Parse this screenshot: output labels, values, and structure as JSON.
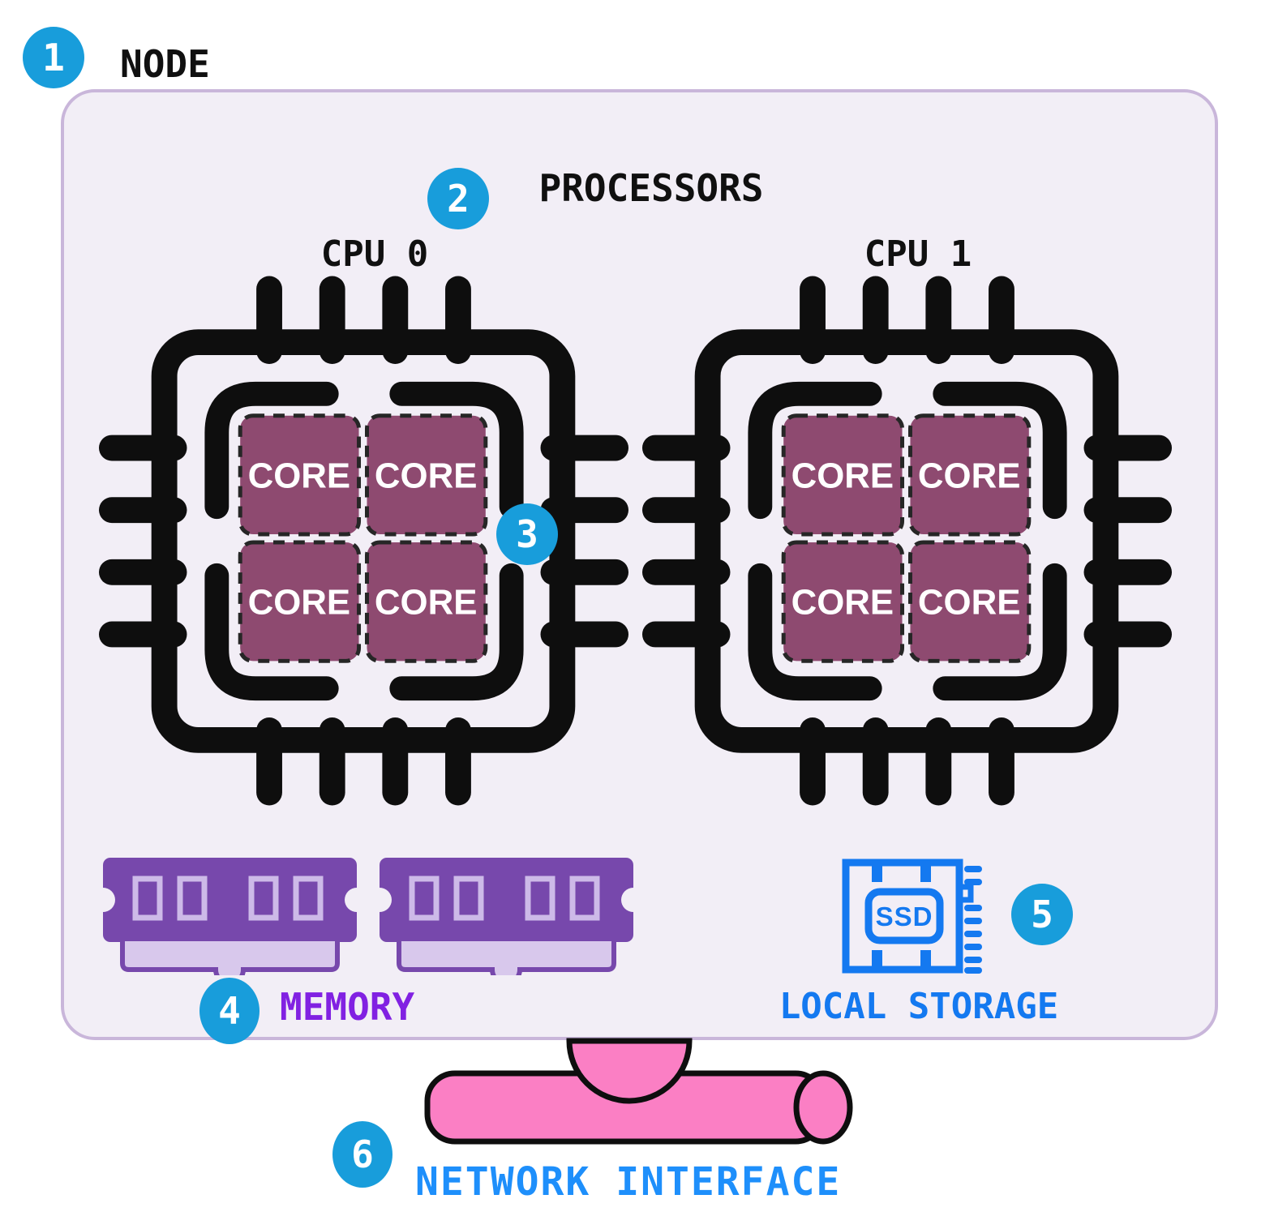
{
  "node": {
    "badge": "1",
    "label": "NODE"
  },
  "processors": {
    "badge": "2",
    "title": "PROCESSORS",
    "core_badge": "3",
    "core_label": "CORE",
    "cpus": [
      {
        "name": "CPU 0"
      },
      {
        "name": "CPU 1"
      }
    ],
    "cores_per_cpu": 4
  },
  "memory": {
    "badge": "4",
    "label": "MEMORY",
    "dimm_count": 2
  },
  "storage": {
    "badge": "5",
    "label": "LOCAL STORAGE",
    "ssd_label": "SSD"
  },
  "network": {
    "badge": "6",
    "label": "NETWORK INTERFACE"
  },
  "colors": {
    "badge_blue": "#189DDB",
    "node_fill": "#F2EEF6",
    "node_border": "#C9B6DA",
    "chip_black": "#0E0E0E",
    "core_fill": "#8E4A70",
    "dimm_purple": "#7748AC",
    "dimm_light": "#D8C8EC",
    "memory_text": "#8121E2",
    "storage_blue": "#1479F0",
    "network_text": "#1E8FFB",
    "network_pink": "#FB7FC4"
  }
}
